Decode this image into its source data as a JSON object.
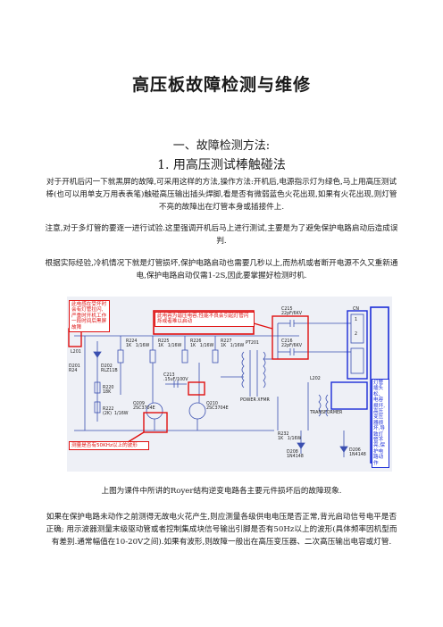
{
  "doc": {
    "title": "高压板故障检测与维修",
    "section1": "一、故障检测方法:",
    "section1_sub": "1.   用高压测试棒触碰法",
    "para1": "对于开机后闪一下就黑屏的故障,可采用这样的方法,操作方法:开机后,电源指示灯为绿色,马上用高压测试棒(也可以用单支万用表表笔)触碰高压输出插头焊脚,看是否有微弱蓝色火花出现,如果有火花出现,则灯管不亮的故障出在灯管本身或插接件上.",
    "para2": "注意,对于多灯管的要逐一进行试验.这里强调开机后马上进行测试,主要是为了避免保护电路启动后造成误判.",
    "para3": "根据实际经验,冷机情况下就是灯管损坏,保护电路启动也需要几秒以上,而热机或者断开电源不久又重新通电,保护电路启动仅需1-2S,因此要掌握好检测时机.",
    "caption": "上图为课件中所讲的Royer结构逆变电路各主要元件损坏后的故障现象.",
    "para4": "如果在保护电路未动作之前测得无故电火花产生,则应测量各级供电电压是否正常,背光启动信号电平是否正确; 用示波器测量末级驱动管或者控制集成块信号输出引脚是否有50Hz以上的波形(具体频率因机型而有差别.通常幅值在10-20V之间).如果有波形,则故障一般出在高压变压器、二次高压输出电容或灯管."
  },
  "schematic": {
    "note_top_left": "此电感在受坏时会有灯管拉闪,严重时开机工作一段时间后黑屏故障",
    "note_top_center": "此电容为谐压电容,性能不良会引起灯管闪烁或者难以启动",
    "note_bottom_left": "测量是否有50KHz以上的波形",
    "note_right": "灯管插头松、电容损坏,高压变压器损坏,导致灯管不亮,保护电路动作",
    "labels": {
      "l201": "L201",
      "d201": "D201\nR24",
      "d202": "D202\nRLZ11B",
      "r220": "R220\n18K",
      "r222": "R222\n(2K)  1/16W",
      "r224": "R224\n1K   1/16W",
      "r225": "R225\n1K   1/16W",
      "r226": "R226\n1K   1/16W",
      "r227": "R227\n1K   1/16W",
      "c213": "C213\n.15uF/100V",
      "q209": "Q209\n2SC3704E",
      "q210": "Q210\n2SC3704E",
      "pt201": "PT201",
      "pwr": "POWER XFMR",
      "c215": "C215\n22pF/6KV",
      "c216": "C216\n22pF/6KV",
      "l202": "L202",
      "xfmr": "TRANSFORMER",
      "r232": "R232\n1K   1/16W",
      "d208": "D208\n1N4148",
      "d206": "D206\n1N4148",
      "cn": "CN",
      "pin1": "1",
      "pin2": "2"
    }
  },
  "colors": {
    "accent_red": "#e01010",
    "accent_blue": "#1a2cd8",
    "wire_blue": "#3a4fb0",
    "wire_black": "#222222"
  }
}
